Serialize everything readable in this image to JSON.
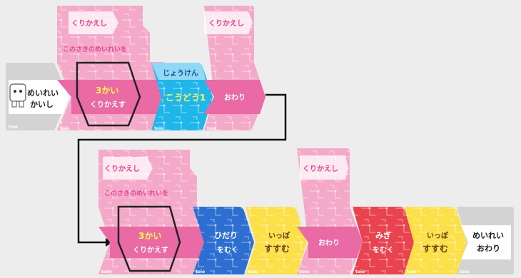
{
  "colors": {
    "pink": "#f4a9c8",
    "pink_dark": "#e8438b",
    "pink_band": "#e96aa5",
    "blue": "#2d6fd1",
    "cyan": "#1fb6ea",
    "yellow": "#fbe04a",
    "red": "#e8434f",
    "gray": "#d3d3d3",
    "white": "#ffffff",
    "text_yellow": "#fff64a"
  },
  "row1": {
    "start_card": {
      "line1": "めいれい",
      "line2": "かいし"
    },
    "loop_card": {
      "tag": "くりかえし",
      "sub": "このさきのめいれいを",
      "count": "3かい",
      "action": "くりかえす"
    },
    "condition_card": {
      "tag": "じょうけん",
      "value": "こうどう1"
    },
    "end_loop_card": {
      "tag": "くりかえし",
      "label": "おわり"
    }
  },
  "row2": {
    "loop_card": {
      "tag": "くりかえし",
      "sub": "このさきのめいれいを",
      "count": "3かい",
      "action": "くりかえす"
    },
    "turn_left_card": {
      "line1": "ひだり",
      "line2": "をむく"
    },
    "step_card_1": {
      "line1": "いっぽ",
      "line2": "すすむ"
    },
    "end_loop_card": {
      "tag": "くりかえし",
      "label": "おわり"
    },
    "turn_right_card": {
      "line1": "みぎ",
      "line2": "をむく"
    },
    "step_card_2": {
      "line1": "いっぽ",
      "line2": "すすむ"
    },
    "end_card": {
      "line1": "めいれい",
      "line2": "おわり"
    }
  },
  "brand": "toio"
}
